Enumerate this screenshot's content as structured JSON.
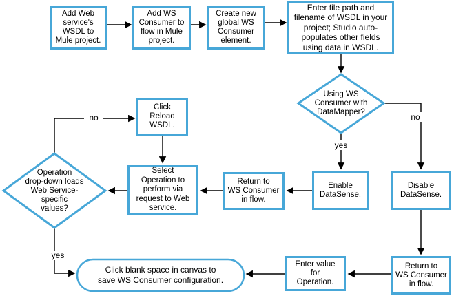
{
  "diagram_title": "WS Consumer configuration flowchart",
  "colors": {
    "shape_border": "#47a7d8",
    "arrow": "#000000",
    "background": "#ffffff",
    "text": "#000000"
  },
  "nodes": {
    "add_wsdl": {
      "type": "process",
      "label": "Add Web\nservice's\nWSDL to\nMule project."
    },
    "add_consumer": {
      "type": "process",
      "label": "Add WS\nConsumer to\nflow in Mule\nproject."
    },
    "create_global": {
      "type": "process",
      "label": "Create new\nglobal WS\nConsumer\nelement."
    },
    "enter_path": {
      "type": "process",
      "label": "Enter file path and\nfilename of WSDL in your\nproject; Studio auto-\npopulates other fields\nusing data in WSDL."
    },
    "using_datamapper": {
      "type": "decision",
      "label": "Using WS\nConsumer with\nDataMapper?"
    },
    "click_reload": {
      "type": "process",
      "label": "Click\nReload\nWSDL."
    },
    "select_operation": {
      "type": "process",
      "label": "Select\nOperation to\nperform via\nrequest to Web\nservice."
    },
    "return_mid": {
      "type": "process",
      "label": "Return to\nWS Consumer\nin flow."
    },
    "enable_datasense": {
      "type": "process",
      "label": "Enable\nDataSense."
    },
    "disable_datasense": {
      "type": "process",
      "label": "Disable\nDataSense."
    },
    "dropdown_loads": {
      "type": "decision",
      "label": "Operation\ndrop-down loads\nWeb Service-\nspecific\nvalues?"
    },
    "return_bottom": {
      "type": "process",
      "label": "Return to\nWS Consumer\nin flow."
    },
    "enter_value": {
      "type": "process",
      "label": "Enter value\nfor\nOperation."
    },
    "save_config": {
      "type": "terminator",
      "label": "Click blank space in canvas to\nsave WS Consumer configuration."
    }
  },
  "edge_labels": {
    "yes_datamapper": "yes",
    "no_datamapper": "no",
    "no_dropdown": "no",
    "yes_dropdown": "yes"
  },
  "edges": [
    {
      "from": "add_wsdl",
      "to": "add_consumer"
    },
    {
      "from": "add_consumer",
      "to": "create_global"
    },
    {
      "from": "create_global",
      "to": "enter_path"
    },
    {
      "from": "enter_path",
      "to": "using_datamapper"
    },
    {
      "from": "using_datamapper",
      "to": "enable_datasense",
      "label": "yes"
    },
    {
      "from": "using_datamapper",
      "to": "disable_datasense",
      "label": "no"
    },
    {
      "from": "enable_datasense",
      "to": "return_mid"
    },
    {
      "from": "return_mid",
      "to": "select_operation"
    },
    {
      "from": "select_operation",
      "to": "dropdown_loads"
    },
    {
      "from": "dropdown_loads",
      "to": "click_reload",
      "label": "no"
    },
    {
      "from": "click_reload",
      "to": "select_operation"
    },
    {
      "from": "dropdown_loads",
      "to": "save_config",
      "label": "yes"
    },
    {
      "from": "disable_datasense",
      "to": "return_bottom"
    },
    {
      "from": "return_bottom",
      "to": "enter_value"
    },
    {
      "from": "enter_value",
      "to": "save_config"
    }
  ]
}
